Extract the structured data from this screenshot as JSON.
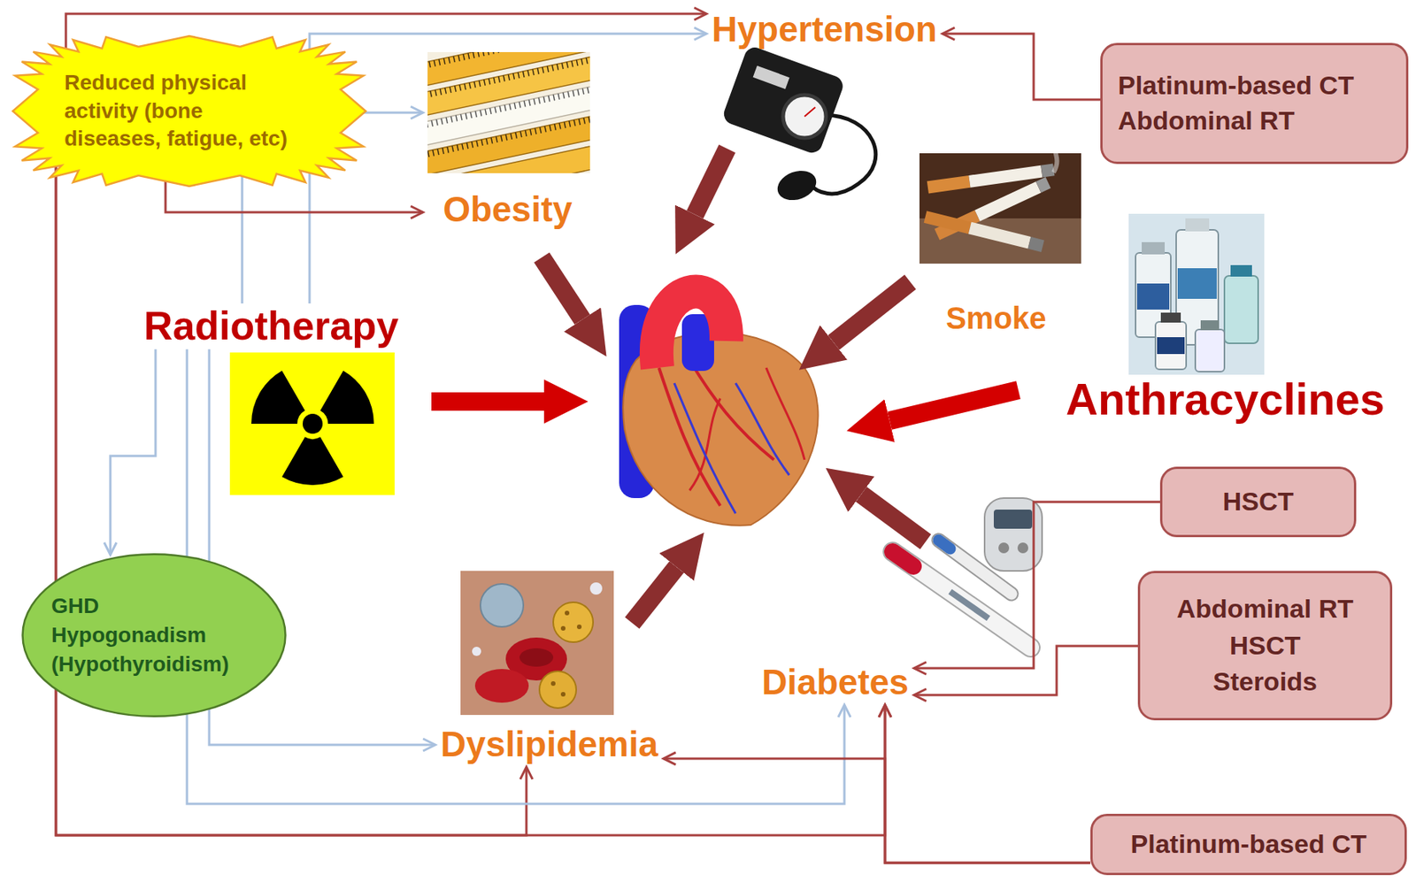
{
  "diagram": {
    "nodes": [
      {
        "text": [
          "Reduced physical activity (bone diseases, fatigue, etc)"
        ]
      },
      {
        "text": [
          "Hypertension"
        ]
      },
      {
        "text": [
          "Platinum-based CT",
          "Abdominal RT"
        ]
      },
      {
        "text": [
          "Obesity"
        ]
      },
      {
        "text": [
          "Smoke"
        ]
      },
      {
        "text": [
          "Radiotherapy"
        ]
      },
      {
        "text": [
          "Anthracyclines"
        ]
      },
      {
        "text": [
          "HSCT"
        ]
      },
      {
        "text": [
          "GHD",
          "Hypogonadism",
          "(Hypothyroidism)"
        ]
      },
      {
        "text": [
          "Abdominal RT",
          "HSCT",
          "Steroids"
        ]
      },
      {
        "text": [
          "Dyslipidemia"
        ]
      },
      {
        "text": [
          "Diabetes"
        ]
      },
      {
        "text": [
          "Platinum-based CT"
        ]
      }
    ],
    "edges": [
      {
        "from": 0,
        "to": 1,
        "arrow": "to"
      },
      {
        "from": 5,
        "to": 1,
        "arrow": "to"
      },
      {
        "from": 5,
        "to": 3,
        "arrow": "to"
      },
      {
        "from": 0,
        "to": 3,
        "arrow": "to"
      },
      {
        "from": 0,
        "to": 10,
        "arrow": "to"
      },
      {
        "from": 0,
        "to": 11,
        "arrow": "to"
      },
      {
        "from": 2,
        "to": 1,
        "arrow": "to"
      },
      {
        "from": 5,
        "to": 8,
        "arrow": "to"
      },
      {
        "from": 5,
        "to": 11,
        "arrow": "to"
      },
      {
        "from": 5,
        "to": 10,
        "arrow": "to"
      },
      {
        "from": 7,
        "to": 11,
        "arrow": "to"
      },
      {
        "from": 9,
        "to": 11,
        "arrow": "to"
      },
      {
        "from": 12,
        "to": 10,
        "arrow": "to"
      },
      {
        "from": 12,
        "to": 11,
        "arrow": "to"
      }
    ]
  }
}
